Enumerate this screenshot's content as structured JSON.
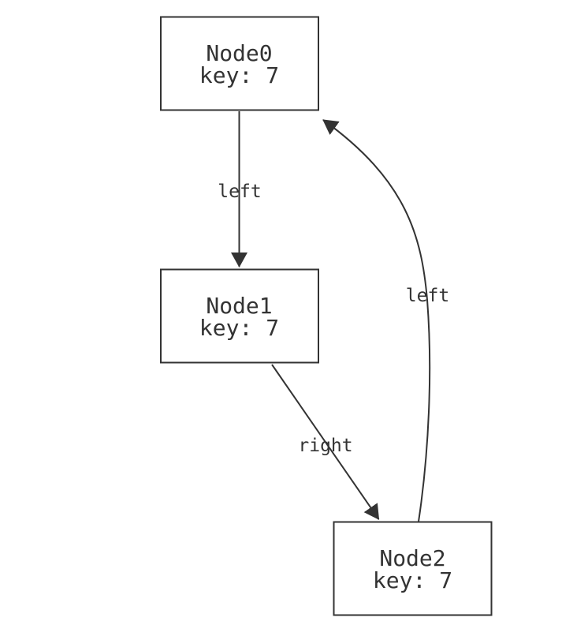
{
  "diagram": {
    "type": "directed-graph",
    "background_color": "#ffffff",
    "node_border_color": "#333333",
    "node_fill_color": "#ffffff",
    "edge_color": "#333333",
    "text_color": "#333333",
    "nodes": [
      {
        "id": "Node0",
        "label": "Node0",
        "key_line": "key: 7"
      },
      {
        "id": "Node1",
        "label": "Node1",
        "key_line": "key: 7"
      },
      {
        "id": "Node2",
        "label": "Node2",
        "key_line": "key: 7"
      }
    ],
    "edges": [
      {
        "from": "Node0",
        "to": "Node1",
        "label": "left"
      },
      {
        "from": "Node1",
        "to": "Node2",
        "label": "right"
      },
      {
        "from": "Node2",
        "to": "Node0",
        "label": "left"
      }
    ]
  }
}
